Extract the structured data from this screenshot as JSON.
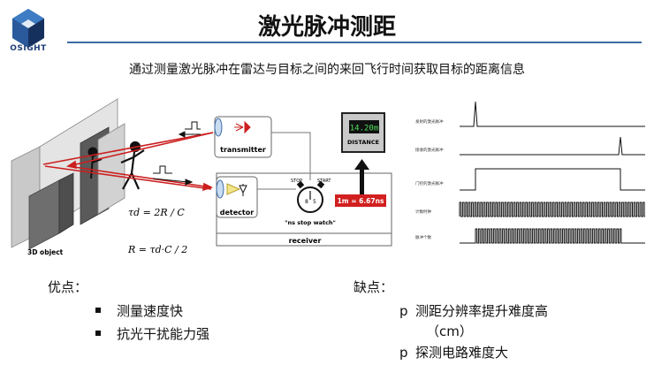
{
  "brand": {
    "logo_text": "OSIGHT"
  },
  "title": "激光脉冲测距",
  "subtitle": "通过测量激光脉冲在雷达与目标之间的来回飞行时间获取目标的距离信息",
  "diagram": {
    "object_label": "3D object",
    "transmitter_label": "transmitter",
    "detector_label": "detector",
    "receiver_label": "receiver",
    "stopwatch_label": "\"ns stop watch\"",
    "stop_label": "STOP",
    "start_label": "START",
    "display_value": "14.20m",
    "display_label": "DISTANCE",
    "conversion_label": "1m = 6.67ns",
    "formula_tau": "τd = 2R / C",
    "formula_r": "R = τd·C / 2"
  },
  "pulses": {
    "rows": [
      "发射的激光脉冲",
      "接收的激光脉冲",
      "门控的激光脉冲",
      "计数时钟",
      "脉冲个数"
    ]
  },
  "pros": {
    "title": "优点：",
    "items": [
      "测量速度快",
      "抗光干扰能力强"
    ]
  },
  "cons": {
    "title": "缺点：",
    "marker": "p",
    "items": [
      "测距分辨率提升难度高",
      "（cm）",
      "探测电路难度大"
    ]
  },
  "colors": {
    "accent": "#3d6aa6",
    "laser": "#cc1f1f",
    "display": "#1d8a2e"
  }
}
